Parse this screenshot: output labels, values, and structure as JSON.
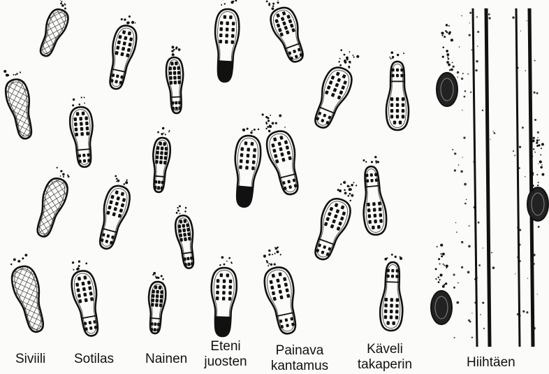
{
  "columns": [
    {
      "id": "siviili",
      "lines": [
        "Siviili"
      ]
    },
    {
      "id": "sotilas",
      "lines": [
        "Sotilas"
      ]
    },
    {
      "id": "nainen",
      "lines": [
        "Nainen"
      ]
    },
    {
      "id": "eteni-juosten",
      "lines": [
        "Eteni",
        "juosten"
      ]
    },
    {
      "id": "painava-kantamus",
      "lines": [
        "Painava",
        "kantamus"
      ]
    },
    {
      "id": "kaveli-takaperin",
      "lines": [
        "Käveli",
        "takaperin"
      ]
    },
    {
      "id": "hiihtaen",
      "lines": [
        "Hiihtäen"
      ]
    }
  ],
  "colors": {
    "ink": "#111111",
    "paper": "#fbfbf9",
    "grey": "#777777"
  }
}
